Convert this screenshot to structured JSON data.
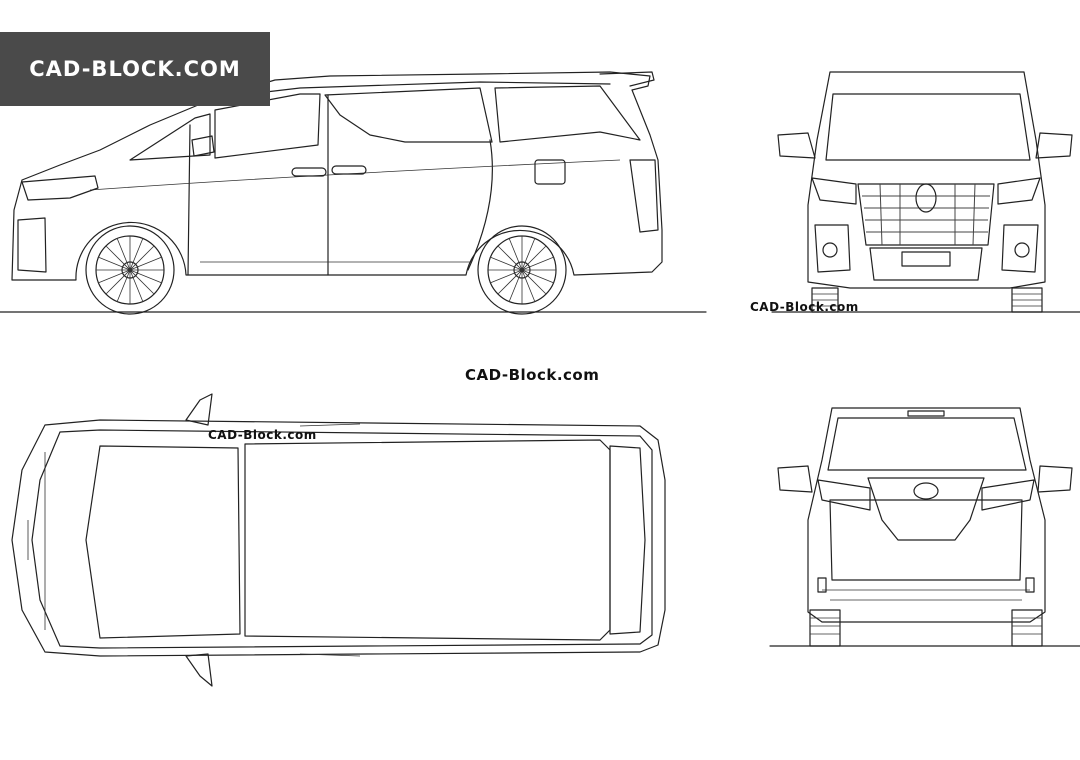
{
  "banner": {
    "text": "CAD-BLOCK.COM"
  },
  "watermarks": {
    "front": "CAD-Block.com",
    "center": "CAD-Block.com",
    "top": "CAD-Block.com"
  },
  "colors": {
    "banner_bg": "#4a4a4a",
    "banner_text": "#ffffff",
    "line": "#222222",
    "background": "#ffffff"
  },
  "views": [
    "side-view",
    "front-view",
    "top-view",
    "rear-view"
  ]
}
